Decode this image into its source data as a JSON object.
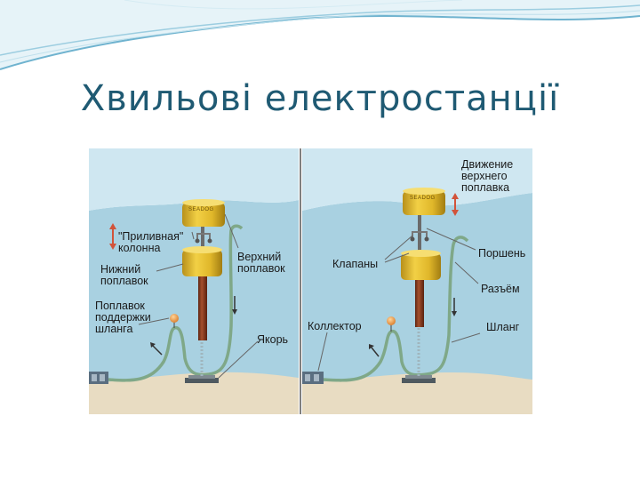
{
  "slide": {
    "title": "Хвильові електростанції"
  },
  "diagram": {
    "colors": {
      "sky": "#c8e3ef",
      "water": "#a9d1e1",
      "seabed": "#e8dcc2",
      "float": "#e4bd2c",
      "piston": "#8a3a1f",
      "hose": "#7fa888",
      "arrow": "#d2533a"
    },
    "left_panel": {
      "float_brand": "SEADOG",
      "labels": {
        "tidal_column_line1": "\"Приливная\"",
        "tidal_column_line2": "колонна",
        "upper_float_line1": "Верхний",
        "upper_float_line2": "поплавок",
        "lower_float_line1": "Нижний",
        "lower_float_line2": "поплавок",
        "support_float_line1": "Поплавок",
        "support_float_line2": "поддержки",
        "support_float_line3": "шланга",
        "anchor": "Якорь"
      }
    },
    "right_panel": {
      "float_brand": "SEADOG",
      "labels": {
        "motion_line1": "Движение",
        "motion_line2": "верхнего",
        "motion_line3": "поплавка",
        "piston": "Поршень",
        "valves": "Клапаны",
        "connector": "Разъём",
        "collector": "Коллектор",
        "hose": "Шланг"
      }
    }
  }
}
